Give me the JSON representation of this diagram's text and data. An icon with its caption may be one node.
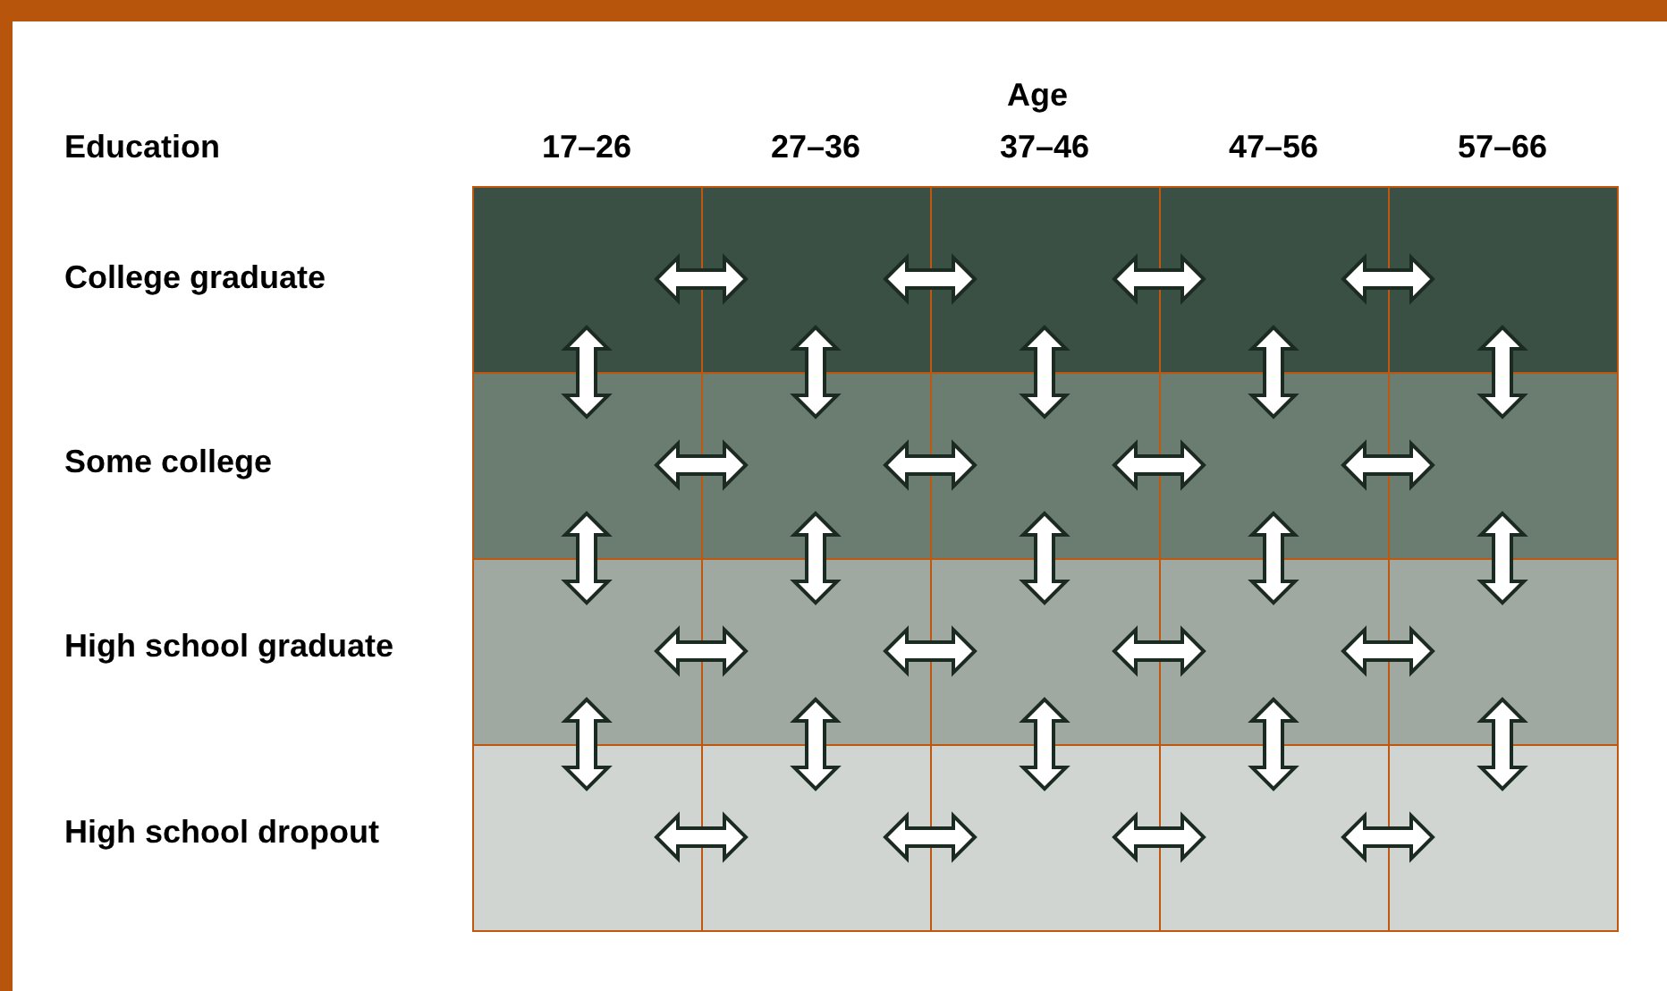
{
  "diagram": {
    "nodes": [
      {
        "text": [],
        "shape": "box"
      },
      {
        "text": [],
        "shape": "box"
      },
      {
        "text": [],
        "shape": "box"
      },
      {
        "text": [],
        "shape": "box"
      },
      {
        "text": [],
        "shape": "box"
      },
      {
        "text": [],
        "shape": "box"
      },
      {
        "text": [],
        "shape": "box"
      },
      {
        "text": [],
        "shape": "box"
      },
      {
        "text": [],
        "shape": "box"
      },
      {
        "text": [],
        "shape": "box"
      },
      {
        "text": [],
        "shape": "box"
      },
      {
        "text": [],
        "shape": "box"
      },
      {
        "text": [],
        "shape": "box"
      },
      {
        "text": [],
        "shape": "box"
      },
      {
        "text": [],
        "shape": "box"
      },
      {
        "text": [],
        "shape": "box"
      },
      {
        "text": [],
        "shape": "box"
      },
      {
        "text": [],
        "shape": "box"
      },
      {
        "text": [],
        "shape": "box"
      },
      {
        "text": [],
        "shape": "box"
      }
    ],
    "edges": [
      {
        "from": 0,
        "to": 1,
        "arrow": "both"
      },
      {
        "from": 1,
        "to": 2,
        "arrow": "both"
      },
      {
        "from": 2,
        "to": 3,
        "arrow": "both"
      },
      {
        "from": 3,
        "to": 4,
        "arrow": "both"
      },
      {
        "from": 0,
        "to": 5,
        "arrow": "both"
      },
      {
        "from": 1,
        "to": 6,
        "arrow": "both"
      },
      {
        "from": 2,
        "to": 7,
        "arrow": "both"
      },
      {
        "from": 3,
        "to": 8,
        "arrow": "both"
      },
      {
        "from": 4,
        "to": 9,
        "arrow": "both"
      },
      {
        "from": 5,
        "to": 6,
        "arrow": "both"
      },
      {
        "from": 6,
        "to": 7,
        "arrow": "both"
      },
      {
        "from": 7,
        "to": 8,
        "arrow": "both"
      },
      {
        "from": 8,
        "to": 9,
        "arrow": "both"
      },
      {
        "from": 5,
        "to": 10,
        "arrow": "both"
      },
      {
        "from": 6,
        "to": 11,
        "arrow": "both"
      },
      {
        "from": 7,
        "to": 12,
        "arrow": "both"
      },
      {
        "from": 8,
        "to": 13,
        "arrow": "both"
      },
      {
        "from": 9,
        "to": 14,
        "arrow": "both"
      },
      {
        "from": 10,
        "to": 11,
        "arrow": "both"
      },
      {
        "from": 11,
        "to": 12,
        "arrow": "both"
      },
      {
        "from": 12,
        "to": 13,
        "arrow": "both"
      },
      {
        "from": 13,
        "to": 14,
        "arrow": "both"
      },
      {
        "from": 10,
        "to": 15,
        "arrow": "both"
      },
      {
        "from": 11,
        "to": 16,
        "arrow": "both"
      },
      {
        "from": 12,
        "to": 17,
        "arrow": "both"
      },
      {
        "from": 13,
        "to": 18,
        "arrow": "both"
      },
      {
        "from": 14,
        "to": 19,
        "arrow": "both"
      },
      {
        "from": 15,
        "to": 16,
        "arrow": "both"
      },
      {
        "from": 16,
        "to": 17,
        "arrow": "both"
      },
      {
        "from": 17,
        "to": 18,
        "arrow": "both"
      },
      {
        "from": 18,
        "to": 19,
        "arrow": "both"
      }
    ],
    "labels": [
      "Age",
      "Education",
      "17–26",
      "27–36",
      "37–46",
      "47–56",
      "57–66",
      "College graduate",
      "Some college",
      "High school graduate",
      "High school dropout"
    ]
  }
}
